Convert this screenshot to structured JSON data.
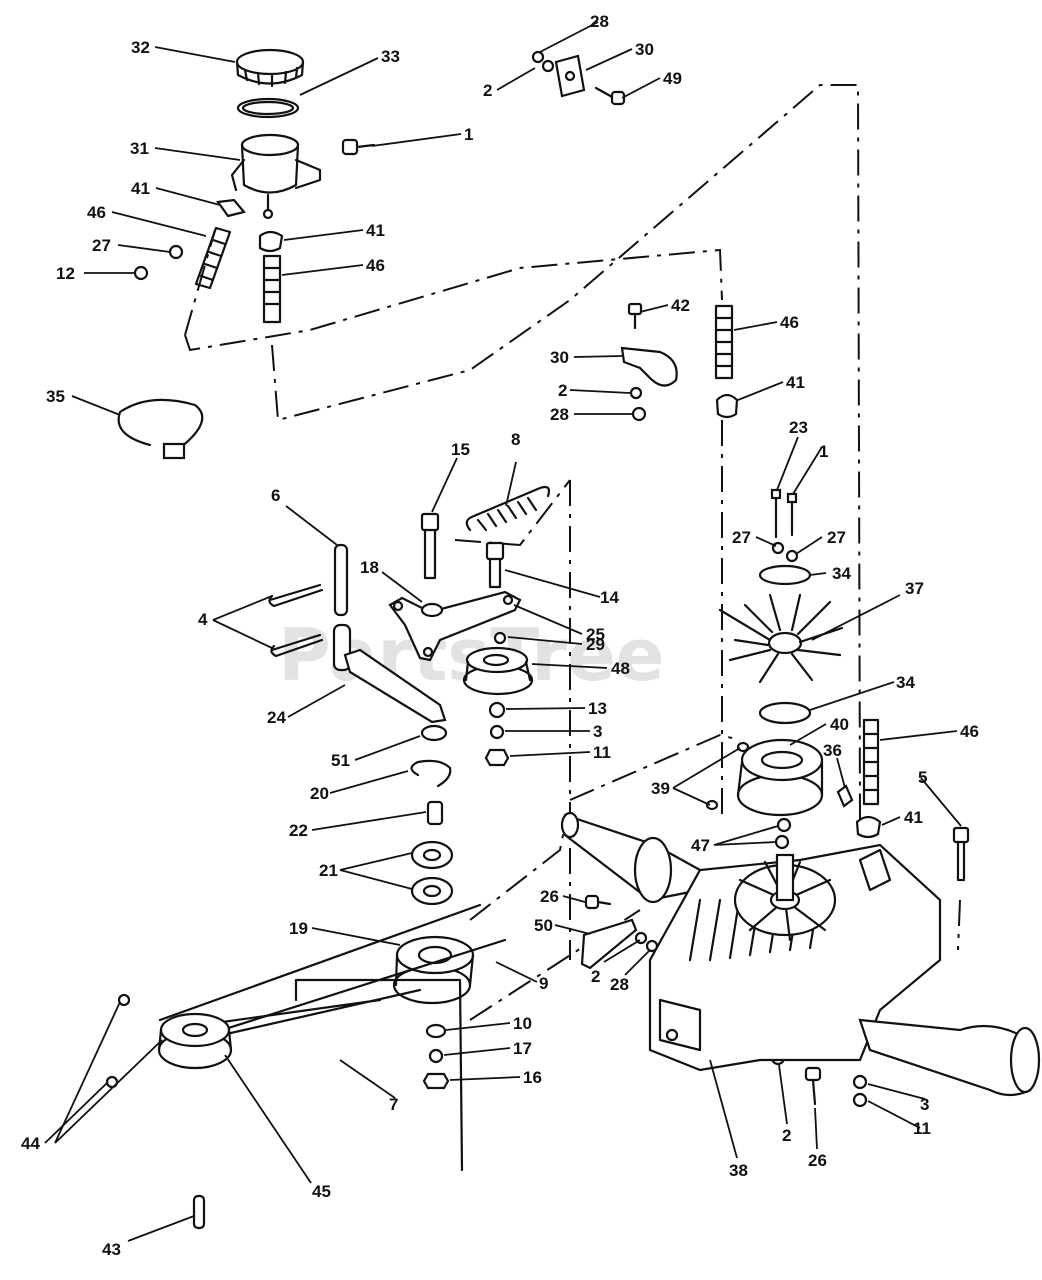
{
  "watermark": "PartsTree",
  "callouts": [
    {
      "id": "c32",
      "label": "32"
    },
    {
      "id": "c33",
      "label": "33"
    },
    {
      "id": "c28a",
      "label": "28"
    },
    {
      "id": "c30a",
      "label": "30"
    },
    {
      "id": "c2a",
      "label": "2"
    },
    {
      "id": "c49",
      "label": "49"
    },
    {
      "id": "c1a",
      "label": "1"
    },
    {
      "id": "c31",
      "label": "31"
    },
    {
      "id": "c41a",
      "label": "41"
    },
    {
      "id": "c41b",
      "label": "41"
    },
    {
      "id": "c46a",
      "label": "46"
    },
    {
      "id": "c46b",
      "label": "46"
    },
    {
      "id": "c27a",
      "label": "27"
    },
    {
      "id": "c12",
      "label": "12"
    },
    {
      "id": "c42",
      "label": "42"
    },
    {
      "id": "c46c",
      "label": "46"
    },
    {
      "id": "c30b",
      "label": "30"
    },
    {
      "id": "c2b",
      "label": "2"
    },
    {
      "id": "c41c",
      "label": "41"
    },
    {
      "id": "c28b",
      "label": "28"
    },
    {
      "id": "c35",
      "label": "35"
    },
    {
      "id": "c23",
      "label": "23"
    },
    {
      "id": "c1b",
      "label": "1"
    },
    {
      "id": "c15",
      "label": "15"
    },
    {
      "id": "c8",
      "label": "8"
    },
    {
      "id": "c6",
      "label": "6"
    },
    {
      "id": "c27b",
      "label": "27"
    },
    {
      "id": "c27c",
      "label": "27"
    },
    {
      "id": "c34a",
      "label": "34"
    },
    {
      "id": "c18",
      "label": "18"
    },
    {
      "id": "c14",
      "label": "14"
    },
    {
      "id": "c37",
      "label": "37"
    },
    {
      "id": "c4",
      "label": "4"
    },
    {
      "id": "c25",
      "label": "25"
    },
    {
      "id": "c29",
      "label": "29"
    },
    {
      "id": "c48",
      "label": "48"
    },
    {
      "id": "c34b",
      "label": "34"
    },
    {
      "id": "c24",
      "label": "24"
    },
    {
      "id": "c13",
      "label": "13"
    },
    {
      "id": "c3a",
      "label": "3"
    },
    {
      "id": "c40",
      "label": "40"
    },
    {
      "id": "c46d",
      "label": "46"
    },
    {
      "id": "c51",
      "label": "51"
    },
    {
      "id": "c11a",
      "label": "11"
    },
    {
      "id": "c36",
      "label": "36"
    },
    {
      "id": "c39",
      "label": "39"
    },
    {
      "id": "c5",
      "label": "5"
    },
    {
      "id": "c20",
      "label": "20"
    },
    {
      "id": "c41d",
      "label": "41"
    },
    {
      "id": "c22",
      "label": "22"
    },
    {
      "id": "c47",
      "label": "47"
    },
    {
      "id": "c21",
      "label": "21"
    },
    {
      "id": "c26a",
      "label": "26"
    },
    {
      "id": "c50",
      "label": "50"
    },
    {
      "id": "c19",
      "label": "19"
    },
    {
      "id": "c2c",
      "label": "2"
    },
    {
      "id": "c28c",
      "label": "28"
    },
    {
      "id": "c9",
      "label": "9"
    },
    {
      "id": "c10",
      "label": "10"
    },
    {
      "id": "c17",
      "label": "17"
    },
    {
      "id": "c16",
      "label": "16"
    },
    {
      "id": "c7",
      "label": "7"
    },
    {
      "id": "c3b",
      "label": "3"
    },
    {
      "id": "c11b",
      "label": "11"
    },
    {
      "id": "c44",
      "label": "44"
    },
    {
      "id": "c2d",
      "label": "2"
    },
    {
      "id": "c26b",
      "label": "26"
    },
    {
      "id": "c38",
      "label": "38"
    },
    {
      "id": "c45",
      "label": "45"
    },
    {
      "id": "c43",
      "label": "43"
    }
  ]
}
